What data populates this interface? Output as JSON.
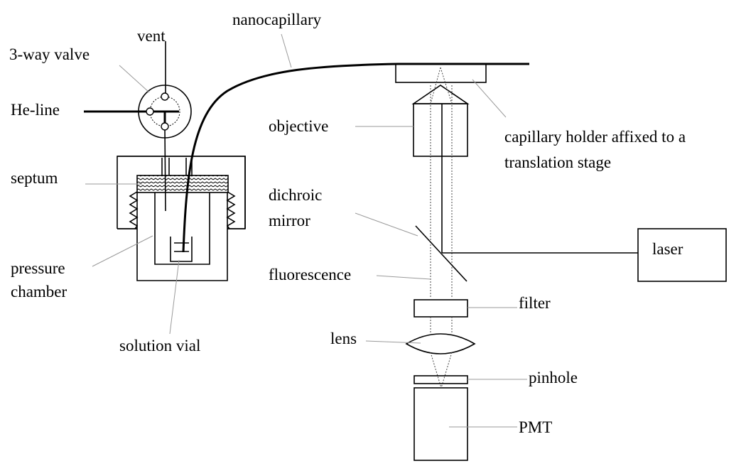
{
  "labels": {
    "vent": "vent",
    "three_way_valve": "3-way valve",
    "he_line": "He-line",
    "septum": "septum",
    "pressure": "pressure",
    "chamber": "chamber",
    "solution_vial": "solution vial",
    "nanocapillary": "nanocapillary",
    "objective": "objective",
    "capillary_holder_1": "capillary holder affixed to a",
    "capillary_holder_2": "translation stage",
    "dichroic": "dichroic",
    "mirror": "mirror",
    "fluorescence": "fluorescence",
    "laser": "laser",
    "filter": "filter",
    "lens": "lens",
    "pinhole": "pinhole",
    "pmt": "PMT"
  },
  "colors": {
    "line": "#000000",
    "leader": "#9a9a9a",
    "background": "#ffffff"
  }
}
